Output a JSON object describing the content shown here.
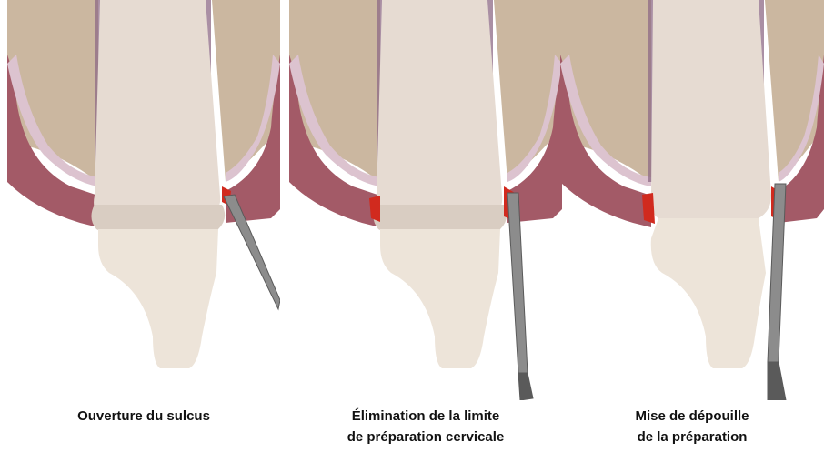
{
  "panels": [
    {
      "caption_lines": [
        "Ouverture du sulcus"
      ]
    },
    {
      "caption_lines": [
        "Élimination de la limite",
        "de préparation cervicale"
      ]
    },
    {
      "caption_lines": [
        "Mise de dépouille",
        "de la préparation"
      ]
    }
  ],
  "colors": {
    "bone": "#cbb7a0",
    "bone_pattern": "#b8a189",
    "gingiva_outer": "#a35a67",
    "gingiva_inner": "#dcc3cf",
    "periodontal_ligament": "#8e6a86",
    "crown": "#e6dbd2",
    "crown_shade": "#d9cdc2",
    "root_prepared": "#ede4d9",
    "bleeding": "#d12a1e",
    "instrument": "#8c8c8c",
    "instrument_edge": "#5a5a5a"
  }
}
